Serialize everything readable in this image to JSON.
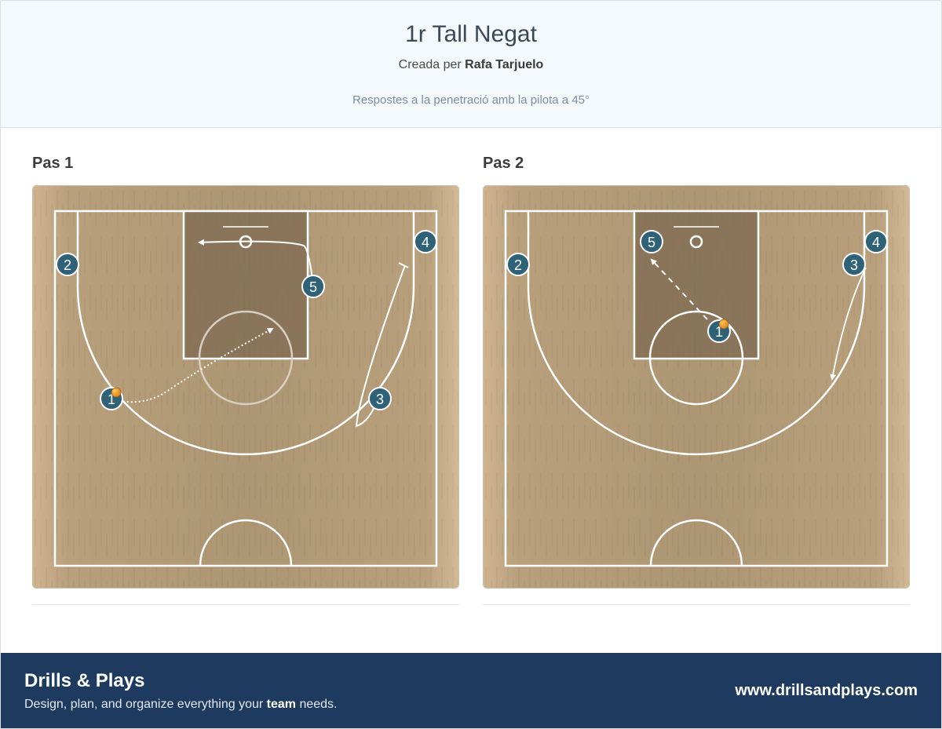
{
  "header": {
    "title": "1r Tall Negat",
    "author_prefix": "Creada per",
    "author_name": "Rafa Tarjuelo",
    "description": "Respostes a la penetració amb la pilota a 45°"
  },
  "steps": [
    {
      "label": "Pas 1",
      "players": [
        "1",
        "2",
        "3",
        "4",
        "5"
      ]
    },
    {
      "label": "Pas 2",
      "players": [
        "1",
        "2",
        "3",
        "4",
        "5"
      ]
    }
  ],
  "footer": {
    "brand": "Drills & Plays",
    "tagline_pre": "Design, plan, and organize everything your",
    "tagline_bold": "team",
    "tagline_post": "needs.",
    "website": "www.drillsandplays.com"
  },
  "colors": {
    "header_bg": "#f4f9fd",
    "footer_bg": "#1e3a5f",
    "player_fill": "#2f6177",
    "court_wood": "#b59d79",
    "paint": "#7e6a52",
    "ball": "#f0a12c"
  },
  "icons": {
    "player": "numbered-circle",
    "ball": "basketball-icon"
  }
}
